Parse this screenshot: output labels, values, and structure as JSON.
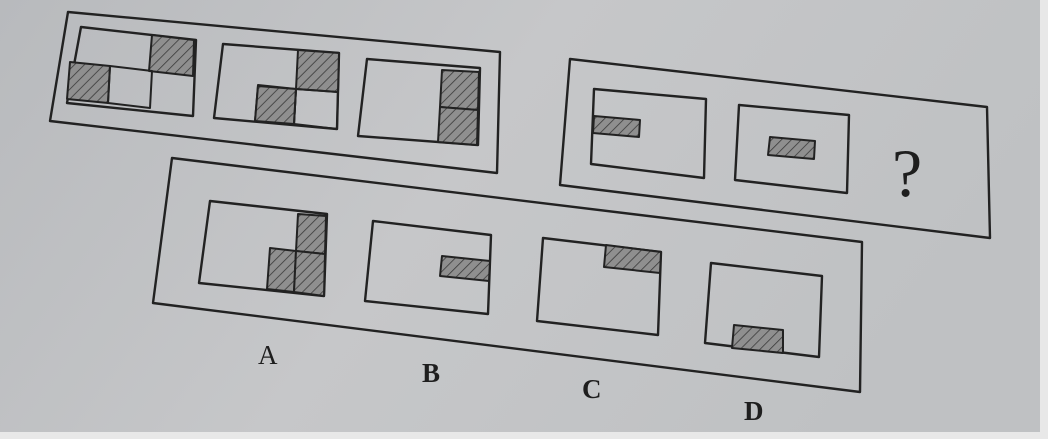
{
  "question_mark": "?",
  "options": [
    {
      "label": "A"
    },
    {
      "label": "B"
    },
    {
      "label": "C"
    },
    {
      "label": "D"
    }
  ],
  "colors": {
    "paper": "#c3c4c6",
    "ink": "#262626",
    "hatch_fill": "#8d8d8d"
  }
}
